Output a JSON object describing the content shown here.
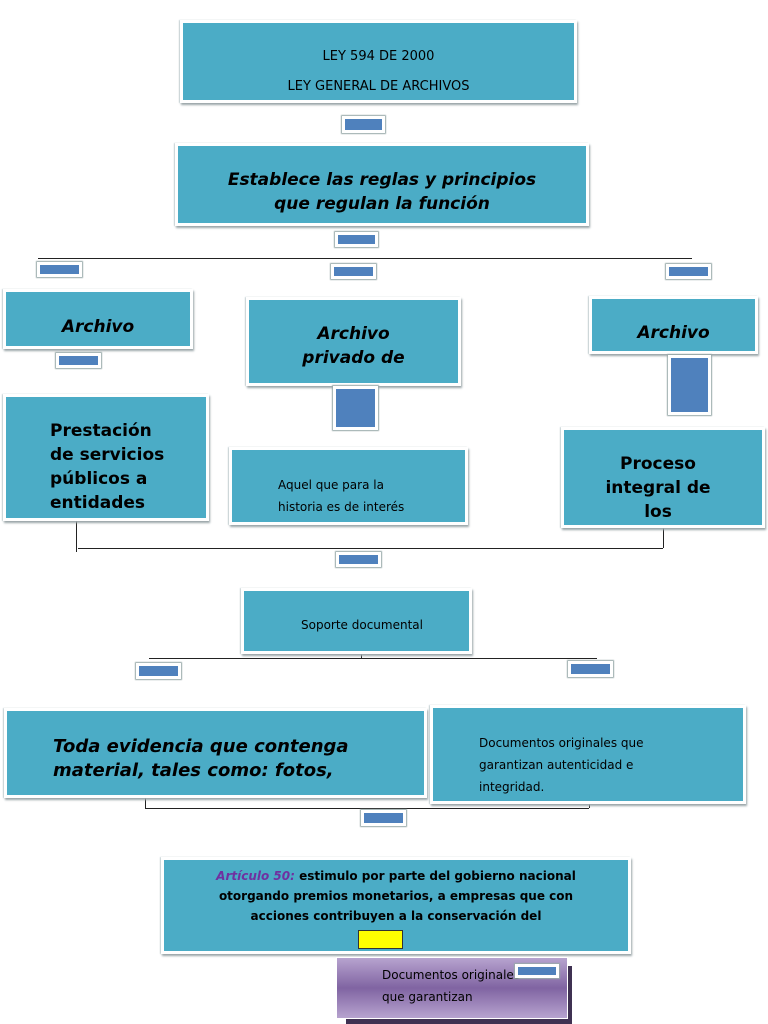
{
  "title_box": {
    "line1": "LEY 594 DE 2000",
    "line2": "LEY GENERAL DE ARCHIVOS"
  },
  "establece_box": {
    "line1": "Establece las reglas y principios",
    "line2": "que regulan la función"
  },
  "archivo_left": {
    "text": "Archivo"
  },
  "archivo_privado": {
    "line1": "Archivo",
    "line2": "privado de"
  },
  "archivo_right": {
    "text": "Archivo"
  },
  "prestacion_box": {
    "lines": [
      "Prestación",
      "de servicios",
      "públicos a",
      "entidades"
    ]
  },
  "aquel_box": {
    "line1": "Aquel que para la",
    "line2": "historia es de interés"
  },
  "proceso_box": {
    "lines": [
      "Proceso",
      "integral de",
      "los"
    ]
  },
  "soporte_box": {
    "text": "Soporte documental"
  },
  "evidencia_box": {
    "line1": "Toda evidencia que contenga",
    "line2": "material, tales como: fotos,"
  },
  "documentos_box": {
    "lines": [
      "Documentos originales que",
      "garantizan autenticidad e",
      "integridad."
    ]
  },
  "articulo_box": {
    "label": "Artículo 50:",
    "line1": " estimulo por parte del gobierno nacional",
    "line2": "otorgando premios monetarios, a empresas que con",
    "line3": "acciones contribuyen a la conservación del",
    "label_color": "#7030A0"
  },
  "purple_box": {
    "line1": "Documentos originales",
    "line2": "que garantizan"
  },
  "colors": {
    "box": "#4BACC6",
    "connector": "#4F81BD",
    "highlight": "#FFFF00",
    "purple": "#8064A2"
  }
}
